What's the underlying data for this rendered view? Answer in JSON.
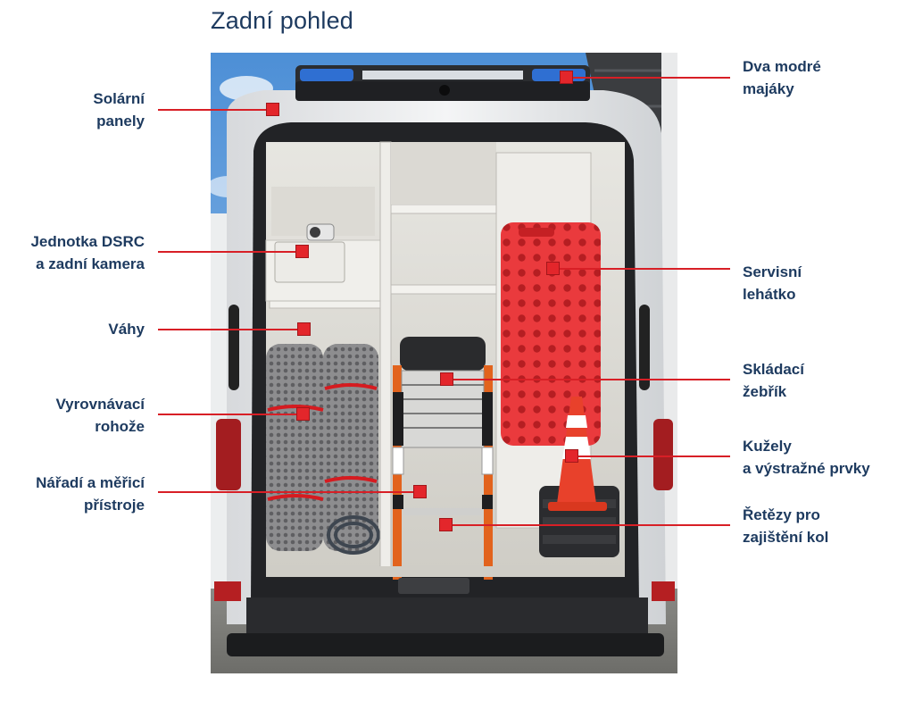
{
  "title": "Zadní pohled",
  "callouts_left": [
    {
      "id": "solar",
      "text": "Solární\npanely"
    },
    {
      "id": "dsrc",
      "text": "Jednotka DSRC\na zadní kamera"
    },
    {
      "id": "scales",
      "text": "Váhy"
    },
    {
      "id": "mats",
      "text": "Vyrovnávací\nrohože"
    },
    {
      "id": "tools",
      "text": "Nářadí a měřicí\npřístroje"
    }
  ],
  "callouts_right": [
    {
      "id": "beacons",
      "text": "Dva modré\nmajáky"
    },
    {
      "id": "creeper",
      "text": "Servisní\nlehátko"
    },
    {
      "id": "ladder",
      "text": "Skládací\nžebřík"
    },
    {
      "id": "cones",
      "text": "Kužely\na výstražné prvky"
    },
    {
      "id": "chains",
      "text": "Řetězy pro\nzajištění kol"
    }
  ],
  "colors": {
    "label_text": "#1d3a5f",
    "leader": "#d81f26",
    "marker": "#e3262b"
  }
}
